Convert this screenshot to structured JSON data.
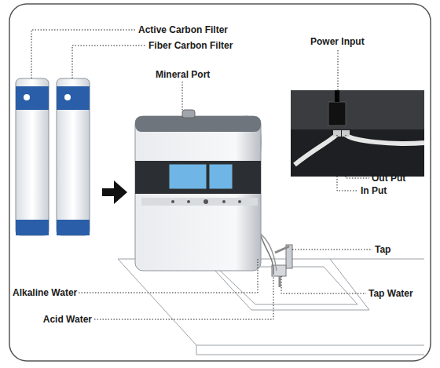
{
  "diagram": {
    "labels": [
      "Active Carbon Filter",
      "Fiber Carbon Filter",
      "Mineral Port",
      "Power Input",
      "Out Put",
      "In Put",
      "Tap",
      "Tap Water",
      "Alkaline Water",
      "Acid Water"
    ]
  }
}
